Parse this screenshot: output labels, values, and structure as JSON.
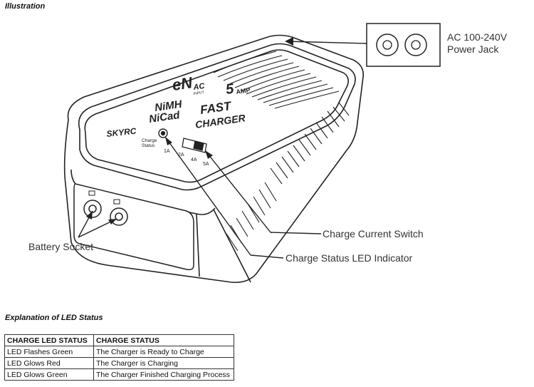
{
  "titles": {
    "illustration": "Illustration",
    "explanation": "Explanation of LED Status"
  },
  "callouts": {
    "power_jack_line1": "AC 100-240V",
    "power_jack_line2": "Power Jack",
    "charge_current_switch": "Charge Current Switch",
    "charge_status_led": "Charge Status LED Indicator",
    "battery_socket": "Battery Socket"
  },
  "device": {
    "brand": "SKYRC",
    "logo_en": "eN",
    "logo_ac": "AC",
    "logo_input": "INPUT",
    "logo_5": "5",
    "logo_amp": "AMP",
    "chem_1": "NiMH",
    "chem_2": "NiCad",
    "fast": "FAST",
    "charger": "CHARGER",
    "charge_label_1": "Charge",
    "charge_label_2": "Status",
    "amp_1a": "1A",
    "amp_2a": "2A",
    "amp_4a": "4A",
    "amp_5a": "5A"
  },
  "table": {
    "headers": [
      "CHARGE LED STATUS",
      "CHARGE STATUS"
    ],
    "rows": [
      [
        "LED Flashes Green",
        "The Charger is Ready to Charge"
      ],
      [
        "LED Glows Red",
        "The Charger is Charging"
      ],
      [
        "LED Glows Green",
        "The Charger Finished Charging Process"
      ]
    ]
  }
}
